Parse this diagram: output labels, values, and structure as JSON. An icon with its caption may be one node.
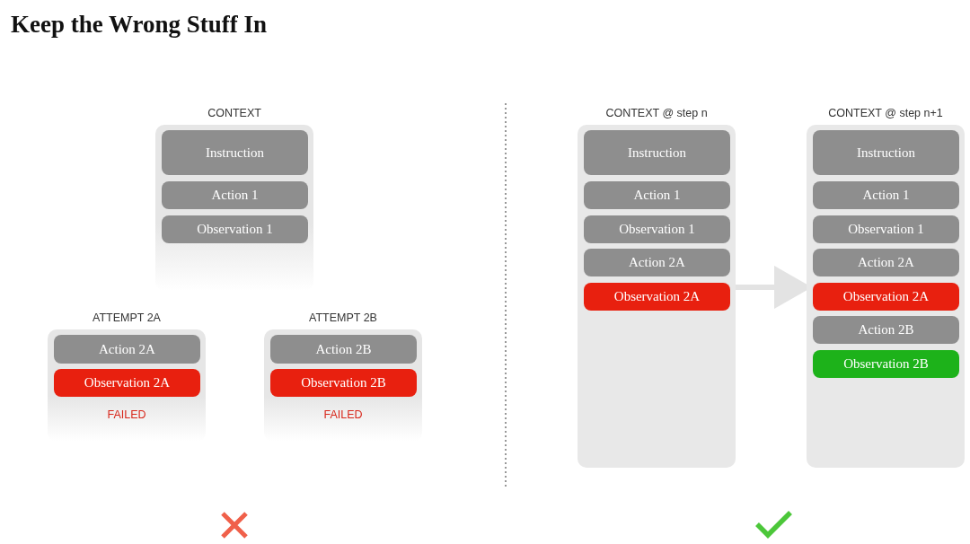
{
  "diagram": {
    "title": "Keep the Wrong Stuff In",
    "nodes": [
      {
        "text": [
          "CONTEXT"
        ]
      },
      {
        "text": [
          "Instruction"
        ],
        "in": 0
      },
      {
        "text": [
          "Action 1"
        ],
        "in": 0
      },
      {
        "text": [
          "Observation 1"
        ],
        "in": 0
      },
      {
        "text": [
          "ATTEMPT 2A",
          "FAILED"
        ]
      },
      {
        "text": [
          "Action 2A"
        ],
        "in": 4
      },
      {
        "text": [
          "Observation 2A"
        ],
        "in": 4
      },
      {
        "text": [
          "ATTEMPT 2B",
          "FAILED"
        ]
      },
      {
        "text": [
          "Action 2B"
        ],
        "in": 7
      },
      {
        "text": [
          "Observation 2B"
        ],
        "in": 7
      },
      {
        "text": [
          "CONTEXT @ step n"
        ]
      },
      {
        "text": [
          "Instruction"
        ],
        "in": 10
      },
      {
        "text": [
          "Action 1"
        ],
        "in": 10
      },
      {
        "text": [
          "Observation 1"
        ],
        "in": 10
      },
      {
        "text": [
          "Action 2A"
        ],
        "in": 10
      },
      {
        "text": [
          "Observation 2A"
        ],
        "in": 10
      },
      {
        "text": [
          "CONTEXT @ step n+1"
        ]
      },
      {
        "text": [
          "Instruction"
        ],
        "in": 16
      },
      {
        "text": [
          "Action 1"
        ],
        "in": 16
      },
      {
        "text": [
          "Observation 1"
        ],
        "in": 16
      },
      {
        "text": [
          "Action 2A"
        ],
        "in": 16
      },
      {
        "text": [
          "Observation 2A"
        ],
        "in": 16
      },
      {
        "text": [
          "Action 2B"
        ],
        "in": 16
      },
      {
        "text": [
          "Observation 2B"
        ],
        "in": 16
      }
    ],
    "edges": [
      {
        "from": 10,
        "to": 16,
        "arrow": "to"
      }
    ]
  }
}
